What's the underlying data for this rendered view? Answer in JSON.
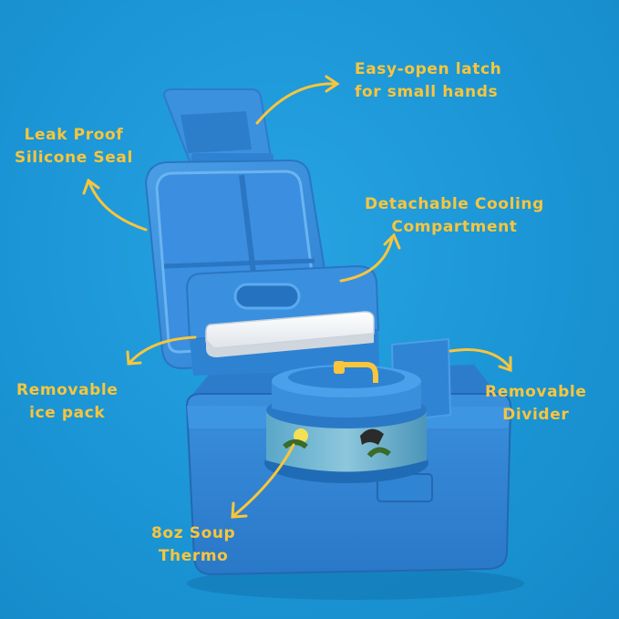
{
  "callouts": {
    "latch": {
      "line1": "Easy-open latch",
      "line2": "for small hands"
    },
    "seal": {
      "line1": "Leak Proof",
      "line2": "Silicone Seal"
    },
    "cooling": {
      "line1": "Detachable Cooling",
      "line2": "Compartment"
    },
    "icepack": {
      "line1": "Removable",
      "line2": "ice pack"
    },
    "divider": {
      "line1": "Removable",
      "line2": "Divider"
    },
    "thermo": {
      "line1": "8oz Soup",
      "line2": "Thermo"
    }
  },
  "colors": {
    "background": "#1a95d6",
    "label_text": "#f9c53c",
    "arrow": "#f9c53c",
    "box_blue": "#2f86d8",
    "ice_pack": "#f2f4f6"
  }
}
